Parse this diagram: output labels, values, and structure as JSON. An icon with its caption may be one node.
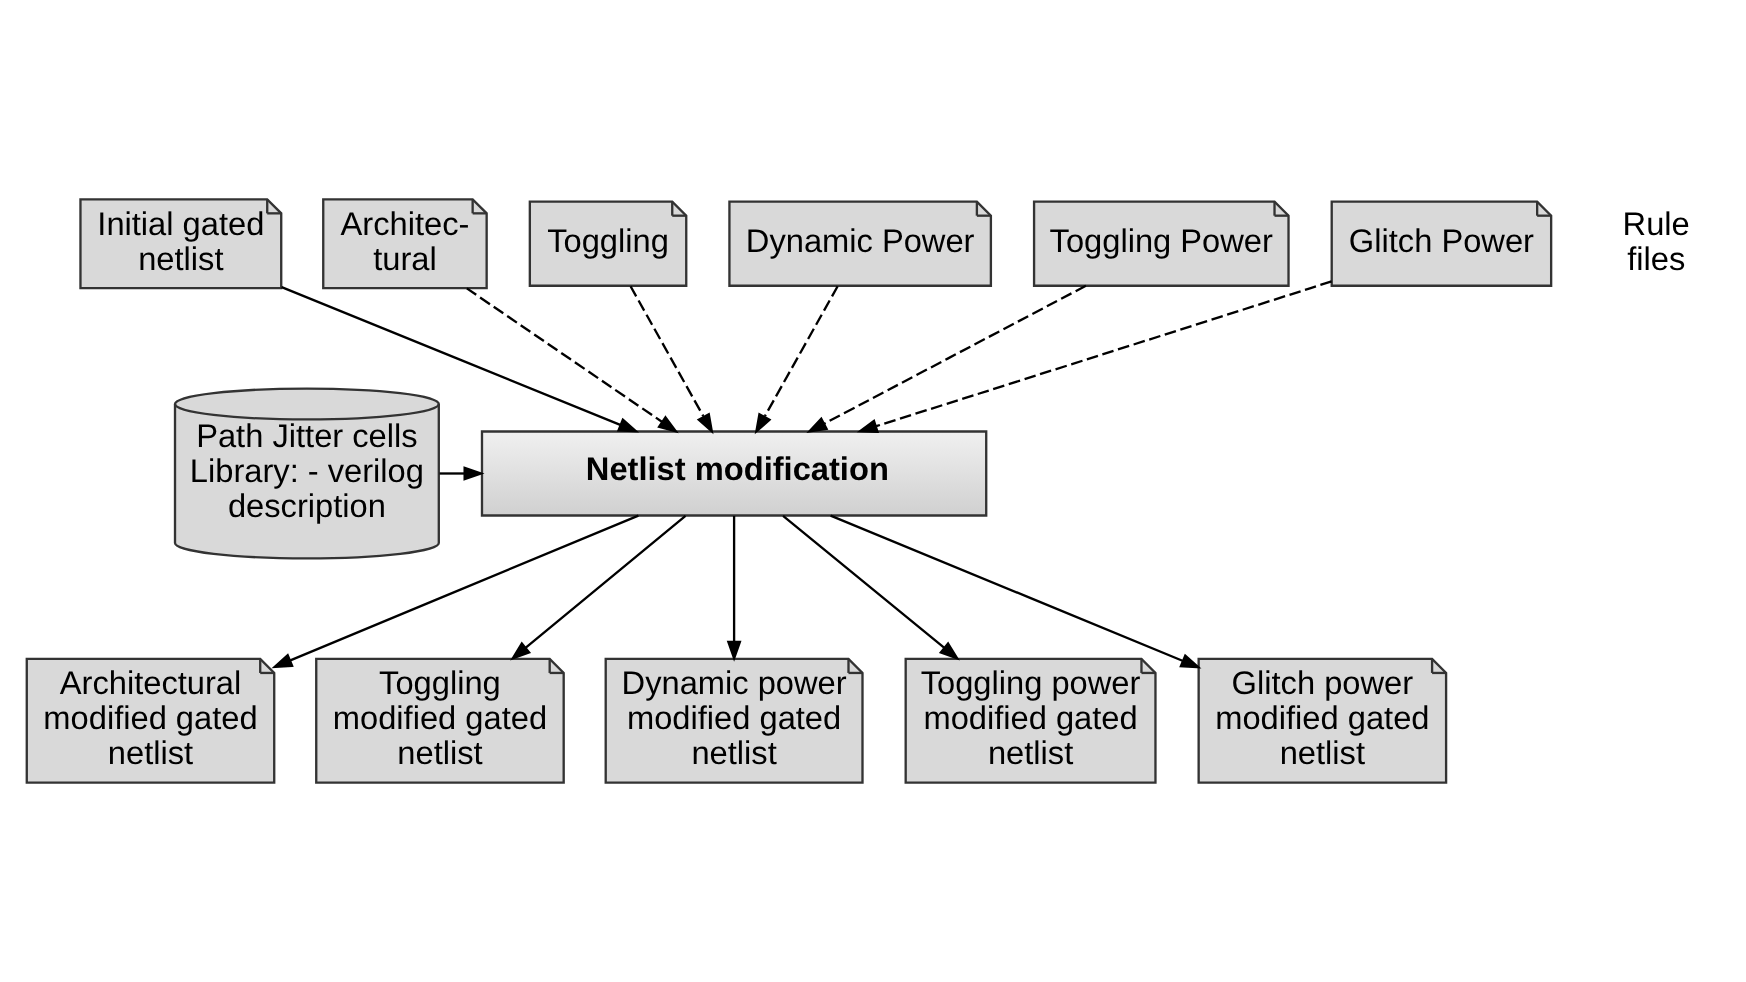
{
  "diagram": {
    "nodes": [
      {
        "text": [
          "Initial gated netlist"
        ]
      },
      {
        "text": [
          "Path Jitter cells Library: - verilog description"
        ]
      },
      {
        "text": [
          "Netlist modification"
        ]
      },
      {
        "text": [
          "Architec- tural"
        ]
      },
      {
        "text": [
          "Toggling"
        ]
      },
      {
        "text": [
          "Dynamic Power"
        ]
      },
      {
        "text": [
          "Toggling Power"
        ]
      },
      {
        "text": [
          "Glitch Power"
        ]
      },
      {
        "text": [
          "Architectural modified gated netlist"
        ]
      },
      {
        "text": [
          "Toggling modified gated netlist"
        ]
      },
      {
        "text": [
          "Dynamic power modified gated netlist"
        ]
      },
      {
        "text": [
          "Toggling power modified gated netlist"
        ]
      },
      {
        "text": [
          "Glitch power modified gated netlist"
        ]
      }
    ],
    "edges": [
      {
        "from": 0,
        "to": 2,
        "arrow": "to"
      },
      {
        "from": 1,
        "to": 2,
        "arrow": "to"
      },
      {
        "from": 3,
        "to": 2,
        "arrow": "to",
        "style": "dashed"
      },
      {
        "from": 4,
        "to": 2,
        "arrow": "to",
        "style": "dashed"
      },
      {
        "from": 5,
        "to": 2,
        "arrow": "to",
        "style": "dashed"
      },
      {
        "from": 6,
        "to": 2,
        "arrow": "to",
        "style": "dashed"
      },
      {
        "from": 7,
        "to": 2,
        "arrow": "to",
        "style": "dashed"
      },
      {
        "from": 2,
        "to": 8,
        "arrow": "to"
      },
      {
        "from": 2,
        "to": 9,
        "arrow": "to"
      },
      {
        "from": 2,
        "to": 10,
        "arrow": "to"
      },
      {
        "from": 2,
        "to": 11,
        "arrow": "to"
      },
      {
        "from": 2,
        "to": 12,
        "arrow": "to"
      }
    ],
    "labels": [
      "Rule files"
    ]
  }
}
